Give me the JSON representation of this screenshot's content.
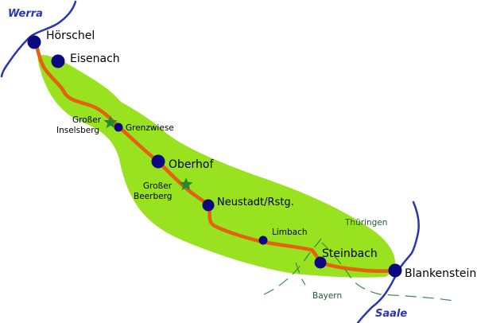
{
  "colors": {
    "region": "#99e21f",
    "route": "#e4620f",
    "river": "#2b34b4",
    "border": "#3a8a4a",
    "town": "#0a0a7e",
    "peak": "#2a8a2a",
    "state_label": "#1f5a2a"
  },
  "rivers": {
    "werra": "Werra",
    "saale": "Saale"
  },
  "states": {
    "thueringen": "Thüringen",
    "bayern": "Bayern"
  },
  "towns": {
    "hoerschel": "Hörschel",
    "eisenach": "Eisenach",
    "grenzwiese": "Grenzwiese",
    "oberhof": "Oberhof",
    "neustadt": "Neustadt/Rstg.",
    "limbach": "Limbach",
    "steinbach": "Steinbach",
    "blankenstein": "Blankenstein"
  },
  "peaks": {
    "inselsberg_line1": "Großer",
    "inselsberg_line2": "Inselsberg",
    "beerberg_line1": "Großer",
    "beerberg_line2": "Beerberg"
  },
  "icons": {
    "town": "town-marker-icon",
    "peak": "peak-star-icon"
  }
}
